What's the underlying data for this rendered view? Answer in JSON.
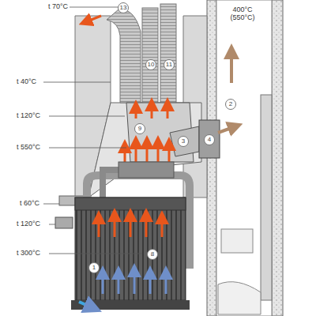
{
  "diagram": {
    "labels": [
      "t 70°C",
      "13",
      "10",
      "11",
      "400°C (550°C)",
      "t 40°C",
      "2",
      "t 120°C",
      "9",
      "3",
      "4",
      "t 550°C",
      "t 60°C",
      "t 120°C",
      "8",
      "1",
      "t 300°C"
    ]
  }
}
